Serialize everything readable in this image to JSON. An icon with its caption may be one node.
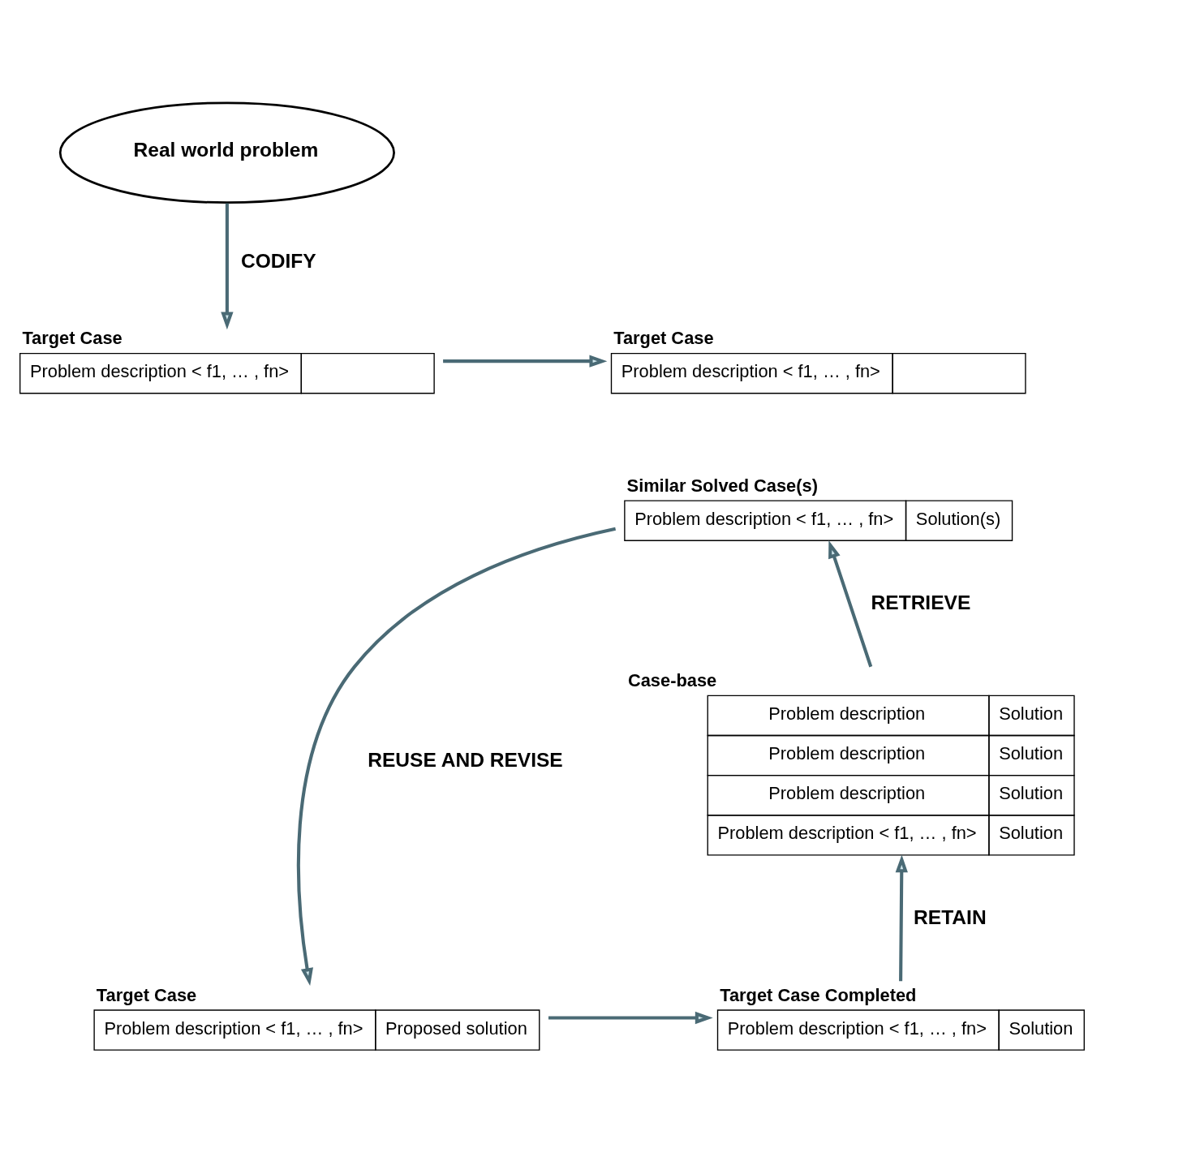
{
  "diagram": {
    "nodes": [
      {
        "text": [
          "Real world problem"
        ]
      },
      {
        "text": [
          "Target Case",
          "Problem description < f1, … , fn>"
        ]
      },
      {
        "text": [
          "Target Case",
          "Problem description < f1, … , fn>"
        ]
      },
      {
        "text": [
          "Similar Solved Case(s)",
          "Problem description < f1, … , fn>",
          "Solution(s)"
        ]
      },
      {
        "text": [
          "Case-base",
          "Problem description",
          "Solution",
          "Problem description",
          "Solution",
          "Problem description",
          "Solution",
          "Problem description < f1, … , fn>",
          "Solution"
        ]
      },
      {
        "text": [
          "Target Case",
          "Problem description < f1, … , fn>",
          "Proposed solution"
        ]
      },
      {
        "text": [
          "Target Case Completed",
          "Problem description < f1, … , fn>",
          "Solution"
        ]
      }
    ],
    "edges": [
      {
        "from": 0,
        "to": 1,
        "arrow": "to",
        "label": "CODIFY"
      },
      {
        "from": 1,
        "to": 2,
        "arrow": "to"
      },
      {
        "from": 4,
        "to": 3,
        "arrow": "to",
        "label": "RETRIEVE"
      },
      {
        "from": 3,
        "to": 5,
        "arrow": "to",
        "label": "REUSE AND REVISE"
      },
      {
        "from": 5,
        "to": 6,
        "arrow": "to"
      },
      {
        "from": 6,
        "to": 4,
        "arrow": "to",
        "label": "RETAIN"
      }
    ]
  }
}
